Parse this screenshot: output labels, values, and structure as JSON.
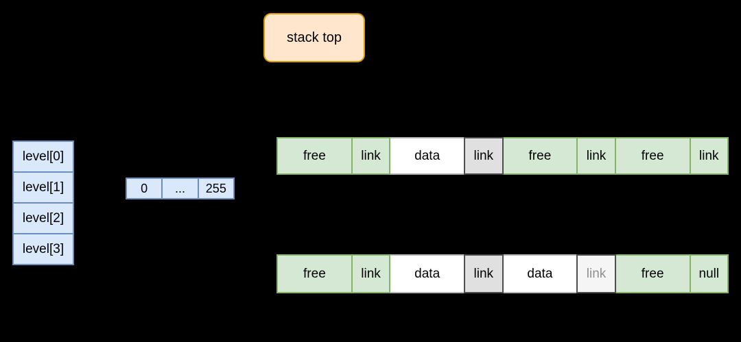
{
  "diagram": {
    "background_color": "#000000",
    "stack_top": {
      "label": "stack top",
      "fill": "#ffe6cc",
      "border": "#d79b00"
    },
    "level_table": {
      "fill": "#dae8fc",
      "border": "#6c8ebf",
      "rows": [
        {
          "label": "level[0]"
        },
        {
          "label": "level[1]"
        },
        {
          "label": "level[2]"
        },
        {
          "label": "level[3]"
        }
      ]
    },
    "range_strip": {
      "fill": "#dae8fc",
      "border": "#6c8ebf",
      "cells": [
        {
          "label": "0"
        },
        {
          "label": "..."
        },
        {
          "label": "255"
        }
      ]
    },
    "memory_row_top": {
      "cells": [
        {
          "label": "free",
          "kind": "free"
        },
        {
          "label": "link",
          "kind": "link-green"
        },
        {
          "label": "data",
          "kind": "data"
        },
        {
          "label": "link",
          "kind": "link-gray"
        },
        {
          "label": "free",
          "kind": "free"
        },
        {
          "label": "link",
          "kind": "link-green"
        },
        {
          "label": "free",
          "kind": "free"
        },
        {
          "label": "link",
          "kind": "link-green"
        }
      ]
    },
    "memory_row_bottom": {
      "cells": [
        {
          "label": "free",
          "kind": "free"
        },
        {
          "label": "link",
          "kind": "link-green"
        },
        {
          "label": "data",
          "kind": "data"
        },
        {
          "label": "link",
          "kind": "link-gray"
        },
        {
          "label": "data",
          "kind": "data"
        },
        {
          "label": "link",
          "kind": "link-faded"
        },
        {
          "label": "free",
          "kind": "free"
        },
        {
          "label": "null",
          "kind": "null-green"
        }
      ]
    },
    "colors": {
      "green_fill": "#d5e8d4",
      "green_border": "#82b366",
      "blue_fill": "#dae8fc",
      "blue_border": "#6c8ebf",
      "orange_fill": "#ffe6cc",
      "orange_border": "#d79b00",
      "data_fill": "#ffffff",
      "data_border": "#b3b3b3",
      "gray_link_fill": "#e0e0e0",
      "gray_link_border": "#4d4d4d",
      "faded_link_fill": "#f5f5f5",
      "faded_link_text": "#8f8f8f"
    }
  }
}
